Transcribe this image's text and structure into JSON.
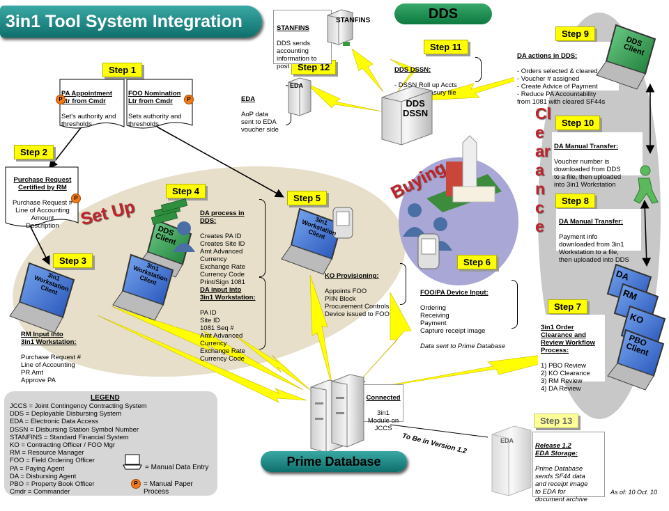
{
  "title": "3in1 Tool System Integration",
  "dds_label": "DDS",
  "prime_label": "Prime Database",
  "setup_label": "Set Up",
  "buying_label": "Buying",
  "clearance_label": "Clearance",
  "as_of": "As of: 10 Oct. 10",
  "to_be": "To Be in Version 1.2",
  "steps": {
    "s1": "Step 1",
    "s2": "Step 2",
    "s3": "Step 3",
    "s4": "Step 4",
    "s5": "Step 5",
    "s6": "Step 6",
    "s7": "Step 7",
    "s8": "Step 8",
    "s9": "Step 9",
    "s10": "Step 10",
    "s11": "Step 11",
    "s12": "Step 12",
    "s13": "Step 13"
  },
  "docs": {
    "pa_title": "PA Appointment\nLtr from Cmdr",
    "pa_body": "Set's authority and\nthresholds",
    "foo_title": "FOO Nomination\nLtr from Cmdr",
    "foo_body": "Sets authority and\nthresholds",
    "pr_title": "Purchase Request\nCertified by RM",
    "pr_body": "Purchase Request #\nLine of Accounting\nAmount\nDescription"
  },
  "boxes": {
    "stanfins_title": "STANFINS",
    "stanfins_body": "DDS sends\naccounting\ninformation to\npost",
    "dds_dssn_title": "DDS DSSN:",
    "dds_dssn_body": "- DSSN Roll up Accts\n- Create Treasury file",
    "eda_title": "EDA",
    "eda_body": "AoP data\nsent to EDA\nvoucher side",
    "da_actions_title": "DA actions in DDS:",
    "da_actions_body": "- Orders selected & cleared\n- Voucher # assigned\n- Create Advice of Payment\n- Reduce PA Accountability\nfrom 1081 with cleared SF44s",
    "da_manual10_title": "DA Manual Transfer:",
    "da_manual10_body": "Voucher number is\ndownloaded from DDS\nto a file, then uploaded\ninto 3in1 Workstation",
    "da_manual8_title": "DA Manual Transfer:",
    "da_manual8_body": "Payment info\ndownloaded from 3in1\nWorkstation to a file,\nthen uploaded into DDS",
    "da_process_title": "DA process in\nDDS:",
    "da_process_body": "Creates PA ID\nCreates Site ID\nAmt Advanced\nCurrency\nExchange Rate\nCurrency Code\nPrint/Sign 1081",
    "da_input_title": "DA input into\n3in1 Workstation:",
    "da_input_body": "PA ID\nSite ID\n1081 Seq #\nAmt Advanced\nCurrency\nExchange Rate\nCurrency Code",
    "ko_title": "KO Provisioning:",
    "ko_body": "Appoints FOO\nPIIN Block\nProcurement Controls\nDevice issued to FOO",
    "foo_input_title": "FOO/PA Device Input:",
    "foo_input_body": "Ordering\nReceiving\nPayment\nCapture receipt image",
    "foo_input_italic": "Data sent to Prime Database",
    "rm_input_title": "RM Input into\n3in1 Workstation:",
    "rm_input_body": "Purchase Request #\nLine of Accounting\nPR Amt\nApprove PA",
    "clearance_title": "3in1 Order\nClearance and\nReview Workflow\nProcess:",
    "clearance_body": "1) PBO Review\n2) KO Clearance\n3) RM Review\n4) DA Review",
    "connected_title": "Connected",
    "connected_body": "3in1\nModule on\nJCCS",
    "release_title": "Release 1.2\nEDA Storage:",
    "release_body": "Prime Database\nsends SF44 data\nand receipt image\nto EDA for\ndocument archive"
  },
  "servers": {
    "stanfins": "STANFINS",
    "eda": "EDA",
    "dds_dssn": "DDS\nDSSN",
    "eda2": "EDA"
  },
  "laptops": {
    "dds_client_top": "DDS\nClient",
    "ws_step3": "3in1\nWorkstation\nClient",
    "dds_client_step4": "DDS\nClient",
    "ws_step4": "3in1\nWorkstation\nClient",
    "ws_step5": "3in1\nWorkstation\nClient",
    "da": "DA",
    "rm": "RM",
    "ko": "KO",
    "pbo": "PBO\nClient"
  },
  "legend": {
    "title": "LEGEND",
    "entries": "JCCS = Joint Contingency Contracting System\nDDS = Deployable Disbursing System\nEDA = Electronic Data Access\nDSSN = Disbursing Station Symbol Number\nSTANFINS = Standard Financial System\nKO = Contracting Officer / FOO Mgr\nRM = Resource Manager\nFOO = Field Ordering Officer\nPA = Paying Agent\nDA = Disbursing Agent\nPBO = Property Book Officer\nCmdr = Commander",
    "manual_entry": "= Manual Data Entry",
    "manual_paper": "= Manual Paper Process",
    "p_badge": "P"
  },
  "colors": {
    "banner": "#0e6f6c",
    "step": "#ffff00",
    "setup_ellipse": "#e7dfc9",
    "buying_ellipse": "#a9a7d6",
    "clearance_ellipse": "#c8c8c8",
    "bolt": "#ffff00",
    "laptop_screen": "#4a7ad8",
    "laptop_green": "#2f9e4e",
    "red_text": "#c0232a"
  }
}
